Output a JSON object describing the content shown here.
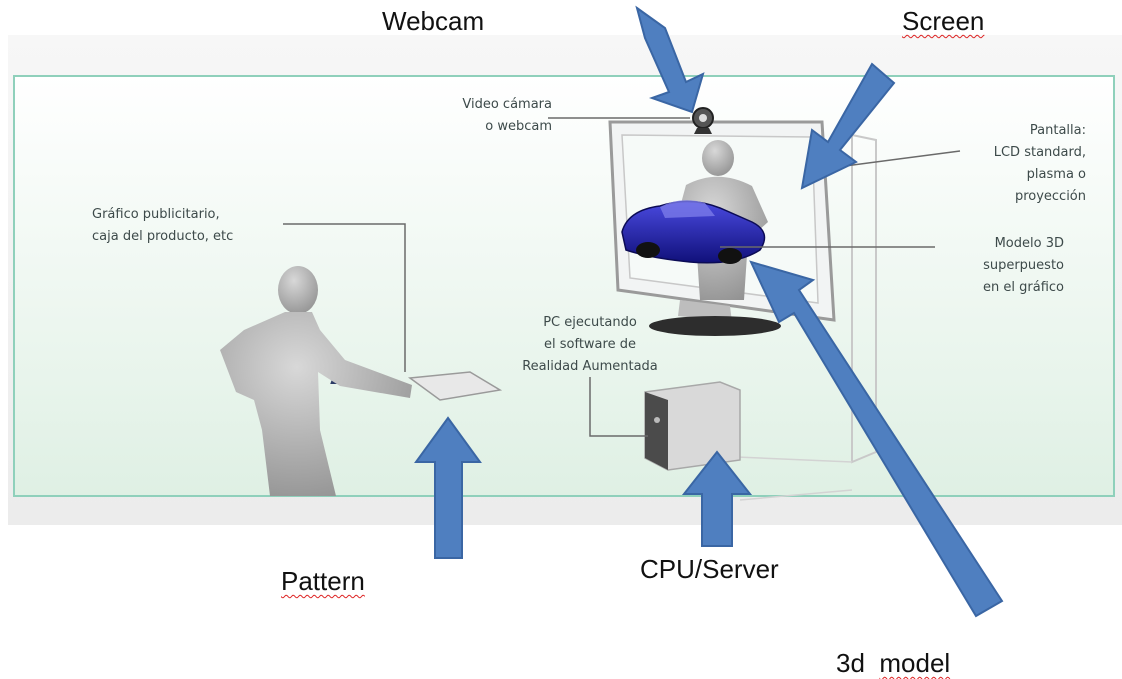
{
  "callouts": {
    "webcam": "Webcam",
    "screen": "Screen",
    "pattern": "Pattern",
    "cpu_server": "CPU/Server",
    "model_3d_num": "3d",
    "model_3d_word": "model"
  },
  "annotations": {
    "video_camera": [
      "Video cámara",
      "o webcam"
    ],
    "graphic": [
      "Gráfico publicitario,",
      "caja del producto, etc"
    ],
    "screen_desc": [
      "Pantalla:",
      "LCD standard,",
      "plasma o",
      "proyección"
    ],
    "model_desc": [
      "Modelo 3D",
      "superpuesto",
      "en el gráfico"
    ],
    "pc_desc": [
      "PC ejecutando",
      "el software de",
      "Realidad Aumentada"
    ]
  },
  "colors": {
    "arrow_fill": "#4f7fc0",
    "arrow_stroke": "#3a66a4",
    "panel_border": "#8fd0bb",
    "panel_bg_top": "#ffffff",
    "panel_bg_bottom": "#e2f1e6",
    "car_body": "#1f1fae",
    "person": "#b9b9b9"
  }
}
